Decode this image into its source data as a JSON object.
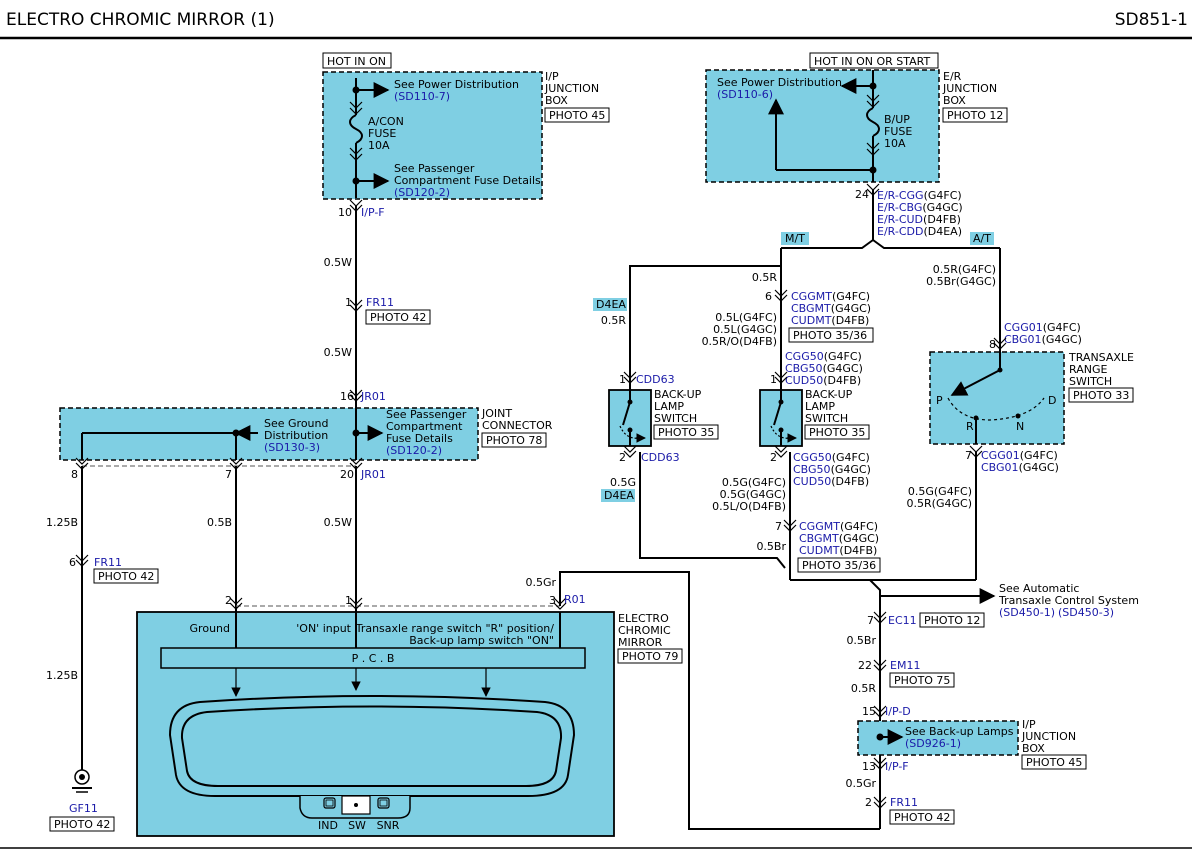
{
  "header": {
    "title": "ELECTRO CHROMIC MIRROR (1)",
    "code": "SD851-1"
  },
  "ip_jb": {
    "hot": "HOT IN ON",
    "name": [
      "I/P",
      "JUNCTION",
      "BOX"
    ],
    "photo": "PHOTO 45",
    "pd_see": "See Power Distribution",
    "pd_ref": "(SD110-7)",
    "fuse": [
      "A/CON",
      "FUSE",
      "10A"
    ],
    "pc_see": [
      "See Passenger",
      "Compartment Fuse Details"
    ],
    "pc_ref": "(SD120-2)",
    "pin": "10",
    "conn": "I/P-F"
  },
  "er_jb": {
    "hot": "HOT IN ON OR START",
    "name": [
      "E/R",
      "JUNCTION",
      "BOX"
    ],
    "photo": "PHOTO 12",
    "pd_see": "See Power Distribution",
    "pd_ref": "(SD110-6)",
    "fuse": [
      "B/UP",
      "FUSE",
      "10A"
    ],
    "pin": "24",
    "conns": [
      {
        "c": "E/R-CGG",
        "v": "(G4FC)"
      },
      {
        "c": "E/R-CBG",
        "v": "(G4GC)"
      },
      {
        "c": "E/R-CUD",
        "v": "(D4FB)"
      },
      {
        "c": "E/R-CDD",
        "v": "(D4EA)"
      }
    ]
  },
  "left": {
    "w1": "0.5W",
    "fr11_pin": "1",
    "fr11": "FR11",
    "fr11_photo": "PHOTO 42",
    "w2": "0.5W",
    "jr_top_pin": "16",
    "jr_top": "JR01",
    "jc_name": [
      "JOINT",
      "CONNECTOR"
    ],
    "jc_photo": "PHOTO 78",
    "gd_see": [
      "See Ground",
      "Distribution"
    ],
    "gd_ref": "(SD130-3)",
    "pc_see": [
      "See Passenger",
      "Compartment",
      "Fuse Details"
    ],
    "pc_ref": "(SD120-2)",
    "pin8": "8",
    "pin7": "7",
    "pin20": "20",
    "jr_bot": "JR01",
    "w_125b_1": "1.25B",
    "w_05b": "0.5B",
    "w_05w": "0.5W",
    "fr11b_pin": "6",
    "fr11b": "FR11",
    "fr11b_photo": "PHOTO 42",
    "w_125b_2": "1.25B",
    "gf11": "GF11",
    "gf11_photo": "PHOTO 42"
  },
  "mirror": {
    "pin2": "2",
    "pin1": "1",
    "pin3": "3",
    "conn": "R01",
    "w_in": "0.5Gr",
    "name": [
      "ELECTRO",
      "CHROMIC",
      "MIRROR"
    ],
    "photo": "PHOTO 79",
    "ground": "Ground",
    "on_input": "'ON' input",
    "trs1": "Transaxle range switch \"R\" position/",
    "trs2": "Back-up lamp switch \"ON\"",
    "pcb": "P . C . B",
    "ind": "IND",
    "sw": "SW",
    "snr": "SNR"
  },
  "mt": {
    "tag": "M/T",
    "w_top": "0.5R",
    "d4ea_tag1": "D4EA",
    "d4ea_w1": "0.5R",
    "cdd63_pin1": "1",
    "cdd63": "CDD63",
    "sw1_name": [
      "BACK-UP",
      "LAMP",
      "SWITCH"
    ],
    "sw1_photo": "PHOTO 35",
    "cdd63_pin2": "2",
    "cdd63b": "CDD63",
    "d4ea_w2": "0.5G",
    "d4ea_tag2": "D4EA",
    "pin6": "6",
    "w6": [
      "0.5L(G4FC)",
      "0.5L(G4GC)",
      "0.5R/O(D4FB)"
    ],
    "c6": [
      {
        "c": "CGGMT",
        "v": "(G4FC)"
      },
      {
        "c": "CBGMT",
        "v": "(G4GC)"
      },
      {
        "c": "CUDMT",
        "v": "(D4FB)"
      }
    ],
    "photo6": "PHOTO 35/36",
    "sw2_top": [
      {
        "c": "CGG50",
        "v": "(G4FC)"
      },
      {
        "c": "CBG50",
        "v": "(G4GC)"
      },
      {
        "c": "CUD50",
        "v": "(D4FB)"
      }
    ],
    "sw2_pin1": "1",
    "sw2_name": [
      "BACK-UP",
      "LAMP",
      "SWITCH"
    ],
    "sw2_photo": "PHOTO 35",
    "sw2_pin2": "2",
    "sw2_bot": [
      {
        "c": "CGG50",
        "v": "(G4FC)"
      },
      {
        "c": "CBG50",
        "v": "(G4GC)"
      },
      {
        "c": "CUD50",
        "v": "(D4FB)"
      }
    ],
    "w_bot": [
      "0.5G(G4FC)",
      "0.5G(G4GC)",
      "0.5L/O(D4FB)"
    ],
    "pin7": "7",
    "c7": [
      {
        "c": "CGGMT",
        "v": "(G4FC)"
      },
      {
        "c": "CBGMT",
        "v": "(G4GC)"
      },
      {
        "c": "CUDMT",
        "v": "(D4FB)"
      }
    ],
    "w7": "0.5Br",
    "photo7": "PHOTO 35/36"
  },
  "at": {
    "tag": "A/T",
    "w_top": [
      "0.5R(G4FC)",
      "0.5Br(G4GC)"
    ],
    "pin8": "8",
    "c8": [
      {
        "c": "CGG01",
        "v": "(G4FC)"
      },
      {
        "c": "CBG01",
        "v": "(G4GC)"
      }
    ],
    "trs_name": [
      "TRANSAXLE",
      "RANGE",
      "SWITCH"
    ],
    "trs_photo": "PHOTO 33",
    "p": "P",
    "r": "R",
    "n": "N",
    "d": "D",
    "pin7": "7",
    "c7": [
      {
        "c": "CGG01",
        "v": "(G4FC)"
      },
      {
        "c": "CBG01",
        "v": "(G4GC)"
      }
    ],
    "w_bot": [
      "0.5G(G4FC)",
      "0.5R(G4GC)"
    ]
  },
  "right": {
    "tcs_see": [
      "See Automatic",
      "Transaxle Control System"
    ],
    "tcs_ref1": "(SD450-1)",
    "tcs_ref2": "(SD450-3)",
    "ec11_pin": "7",
    "ec11": "EC11",
    "ec11_photo": "PHOTO 12",
    "w1": "0.5Br",
    "em11_pin": "22",
    "em11": "EM11",
    "em11_photo": "PHOTO 75",
    "w2": "0.5R",
    "ipd_pin": "15",
    "ipd": "I/P-D",
    "bl_see": "See Back-up Lamps",
    "bl_ref": "(SD926-1)",
    "jb_name": [
      "I/P",
      "JUNCTION",
      "BOX"
    ],
    "jb_photo": "PHOTO 45",
    "ipf_pin": "13",
    "ipf": "I/P-F",
    "w3": "0.5Gr",
    "fr11_pin": "2",
    "fr11": "FR11",
    "fr11_photo": "PHOTO 42"
  }
}
